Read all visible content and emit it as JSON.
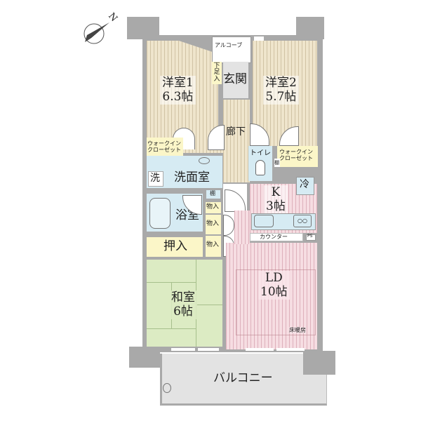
{
  "compass": {
    "label": "N",
    "icon": "north-arrow-icon"
  },
  "rooms": {
    "western1": {
      "name": "洋室1",
      "size": "6.3帖"
    },
    "western2": {
      "name": "洋室2",
      "size": "5.7帖"
    },
    "entrance": {
      "name": "玄関"
    },
    "shoe_closet": {
      "name": "下足入"
    },
    "alcove": {
      "name": "アルコーブ"
    },
    "hallway": {
      "name": "廊下"
    },
    "walkin1": {
      "line1": "ウォークイン",
      "line2": "クローゼット"
    },
    "walkin2": {
      "line1": "ウォークイン",
      "line2": "クローゼット"
    },
    "toilet": {
      "name": "トイレ"
    },
    "shelf1": {
      "name": "棚"
    },
    "shelf2": {
      "name": "棚"
    },
    "washroom": {
      "name": "洗面室"
    },
    "washer": {
      "name": "洗"
    },
    "bathroom": {
      "name": "浴室"
    },
    "storage": [
      "物入",
      "物入",
      "物入"
    ],
    "oshiire": {
      "name": "押入"
    },
    "kitchen": {
      "name": "K",
      "size": "3帖"
    },
    "fridge": {
      "name": "冷"
    },
    "counter": {
      "name": "カウンター"
    },
    "ps": {
      "name": "PS"
    },
    "ld": {
      "name": "LD",
      "size": "10帖"
    },
    "floor_heating": {
      "name": "床暖房"
    },
    "japanese": {
      "name": "和室",
      "size": "6帖"
    },
    "balcony": {
      "name": "バルコニー"
    }
  },
  "colors": {
    "wall": "#a9a9a9",
    "wood_floor": "#efe5cc",
    "ld_floor": "#f6dde2",
    "tatami": "#dcebc3",
    "wet_area": "#d6ebf3",
    "closet": "#fbf6c8",
    "balcony": "#e3e3e3"
  }
}
